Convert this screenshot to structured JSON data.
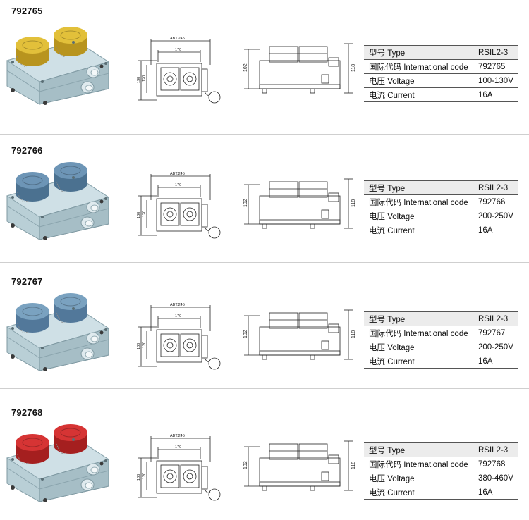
{
  "labels": {
    "type": "型号 Type",
    "code": "国际代码 International code",
    "voltage": "电压 Voltage",
    "current": "电流 Current"
  },
  "dims": {
    "abt": "ABT.245",
    "w": "170",
    "h1": "138",
    "h2": "120",
    "h3": "102",
    "h4": "118"
  },
  "products": [
    {
      "code": "792765",
      "type": "RSIL2-3",
      "intl": "792765",
      "voltage": "100-130V",
      "current": "16A",
      "cap_color": "#e2c03a",
      "cap_shade": "#b8941e"
    },
    {
      "code": "792766",
      "type": "RSIL2-3",
      "intl": "792766",
      "voltage": "200-250V",
      "current": "16A",
      "cap_color": "#6d95b6",
      "cap_shade": "#4b7190"
    },
    {
      "code": "792767",
      "type": "RSIL2-3",
      "intl": "792767",
      "voltage": "200-250V",
      "current": "16A",
      "cap_color": "#7aa2c0",
      "cap_shade": "#52789a"
    },
    {
      "code": "792768",
      "type": "RSIL2-3",
      "intl": "792768",
      "voltage": "380-460V",
      "current": "16A",
      "cap_color": "#d63434",
      "cap_shade": "#a51f1f"
    }
  ]
}
